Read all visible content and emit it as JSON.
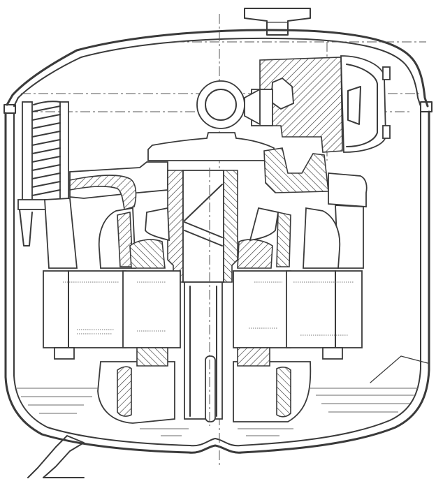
{
  "figure": {
    "kind": "technical-section-drawing",
    "colors": {
      "ink": "#3a3a3a",
      "paper": "#ffffff",
      "centerline": "#555555"
    },
    "parts": [
      {
        "id": "hermetic-shell",
        "icon": "shell-outline"
      },
      {
        "id": "top-terminal-stub",
        "icon": "pipe-stub"
      },
      {
        "id": "suspension-spring",
        "icon": "coil-spring"
      },
      {
        "id": "cylinder-head",
        "icon": "hatched-block"
      },
      {
        "id": "piston-connecting-rod",
        "icon": "ball-joint"
      },
      {
        "id": "crankshaft",
        "icon": "shaft"
      },
      {
        "id": "motor-stator",
        "icon": "laminated-core"
      },
      {
        "id": "rotor-windings",
        "icon": "hatched-winding"
      },
      {
        "id": "oil-sump",
        "icon": "wavy-lines"
      },
      {
        "id": "mounting-foot",
        "icon": "base-bracket"
      }
    ]
  }
}
